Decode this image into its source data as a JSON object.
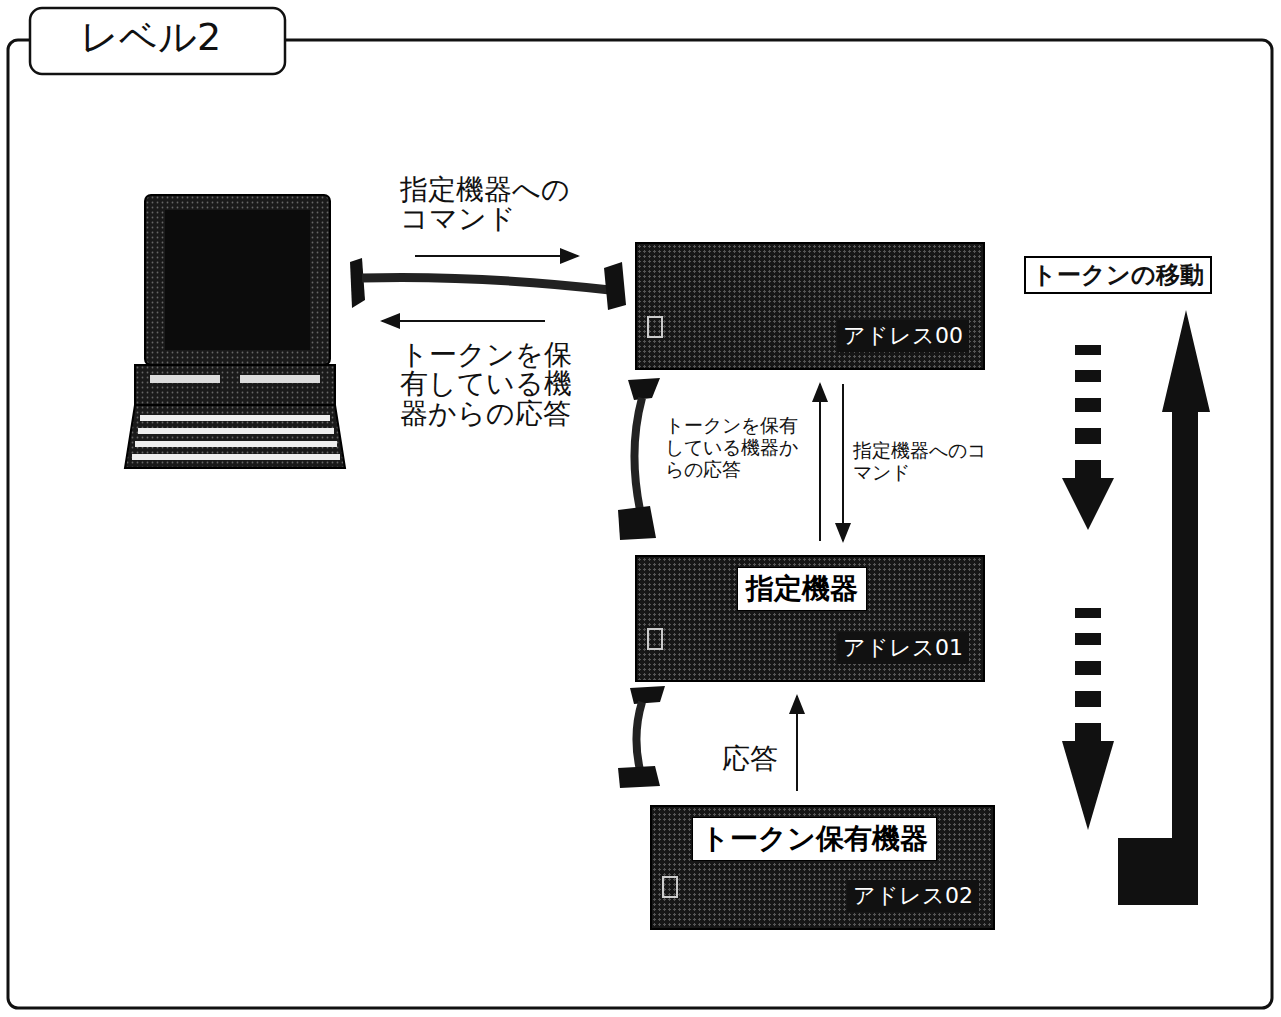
{
  "diagram": {
    "title": "レベル2",
    "nodes": [
      {
        "text": [
          "アドレス00"
        ]
      },
      {
        "text": [
          "指定機器",
          "アドレス01"
        ]
      },
      {
        "text": [
          "トークン保有機器",
          "アドレス02"
        ]
      },
      {
        "text": [
          "トークンの移動"
        ]
      }
    ],
    "edges": [
      {
        "from": 1,
        "to": 0,
        "arrow": "to",
        "label": "トークンを保有している機器からの応答"
      },
      {
        "from": 0,
        "to": 1,
        "arrow": "to",
        "label": "指定機器へのコマンド"
      },
      {
        "from": 2,
        "to": 1,
        "arrow": "to",
        "label": "応答"
      }
    ],
    "labels": [
      "指定機器へのコマンド",
      "トークンを保有している機器からの応答"
    ]
  }
}
